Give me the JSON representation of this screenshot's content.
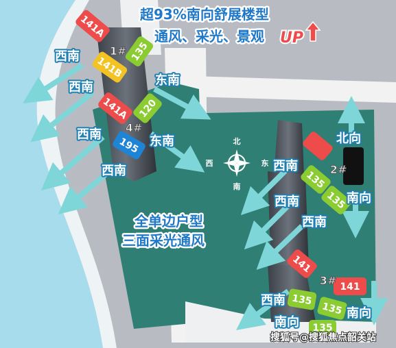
{
  "header": {
    "line1": "超93%南向舒展楼型",
    "line2": "通风、采光、景观",
    "up": "UP",
    "up_arrow": "up-arrow-icon"
  },
  "center": {
    "line1": "全单边户型",
    "line2": "三面采光通风"
  },
  "compass": {
    "n": "北",
    "s": "南",
    "w": "西",
    "e": "东"
  },
  "buildings": {
    "b1": "1#",
    "b2": "2#",
    "b3": "3#",
    "b4": "4#"
  },
  "tags": {
    "t141a_top": "141A",
    "t135_top": "135",
    "t141b": "141B",
    "t141a_mid": "141A",
    "t120": "120",
    "t195": "195",
    "t135_r1": "135",
    "t135_r2": "135",
    "t141_r": "141",
    "t141_b": "141",
    "t135_b1": "135",
    "t135_b2": "135",
    "t135_b3": "135"
  },
  "directions": {
    "sw1": "西南",
    "sw2": "西南",
    "sw3": "西南",
    "sw4": "西南",
    "se1": "东南",
    "se2": "东南",
    "north": "北向",
    "south_r": "南向",
    "sw_r1": "西南",
    "sw_r2": "西南",
    "sw_r3": "西南",
    "sw_b": "西南",
    "south_b1": "南向",
    "south_b2": "南向"
  },
  "watermark": "搜狐号@搜狐焦点韶关站",
  "colors": {
    "river": "#a6dcec",
    "ground": "#b8bcc2",
    "site": "#2f7f74",
    "road": "#f2f2f2",
    "red": "#ee4b4b",
    "green": "#8ccc33",
    "yellow": "#f3c324",
    "blue": "#1e84d6",
    "arrow": "#7fd6d8"
  }
}
